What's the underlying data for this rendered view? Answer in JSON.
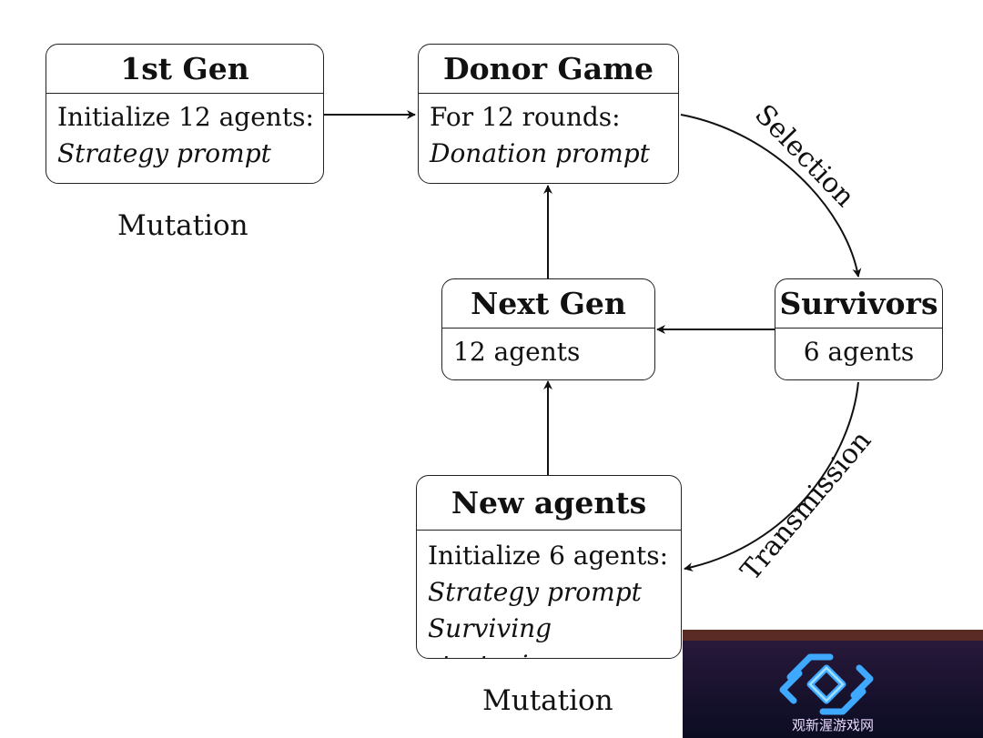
{
  "boxes": {
    "first_gen": {
      "title": "1st Gen",
      "line1": "Initialize 12 agents:",
      "line2": "Strategy prompt"
    },
    "donor_game": {
      "title": "Donor Game",
      "line1": "For 12 rounds:",
      "line2": "Donation prompt"
    },
    "next_gen": {
      "title": "Next Gen",
      "line1": "12 agents"
    },
    "survivors": {
      "title": "Survivors",
      "line1": "6 agents"
    },
    "new_agents": {
      "title": "New agents",
      "line1": "Initialize 6 agents:",
      "line2": "Strategy prompt",
      "line3": "Surviving strategies"
    }
  },
  "labels": {
    "mutation_top": "Mutation",
    "mutation_bottom": "Mutation",
    "selection": "Selection",
    "transmission": "Transmission"
  },
  "watermark": {
    "text": "观新渥游戏网"
  }
}
